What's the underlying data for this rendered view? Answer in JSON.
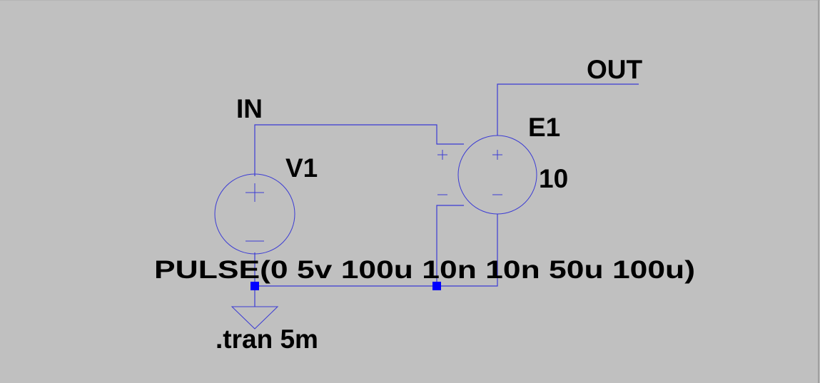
{
  "schematic": {
    "net_labels": {
      "in": "IN",
      "out": "OUT"
    },
    "components": {
      "v1": {
        "name": "V1",
        "value": "PULSE(0 5v 100u 10n 10n 50u 100u)"
      },
      "e1": {
        "name": "E1",
        "gain": "10"
      }
    },
    "directive": ".tran 5m",
    "colors": {
      "background": "#c0c0c0",
      "wire": "#3b3bd4",
      "junction": "#0000ff",
      "text": "#000000"
    },
    "icons": {
      "ground": "ground-symbol-icon",
      "voltage_source": "voltage-source-icon",
      "vcvs": "vcvs-icon",
      "junction": "junction-dot-icon"
    }
  }
}
